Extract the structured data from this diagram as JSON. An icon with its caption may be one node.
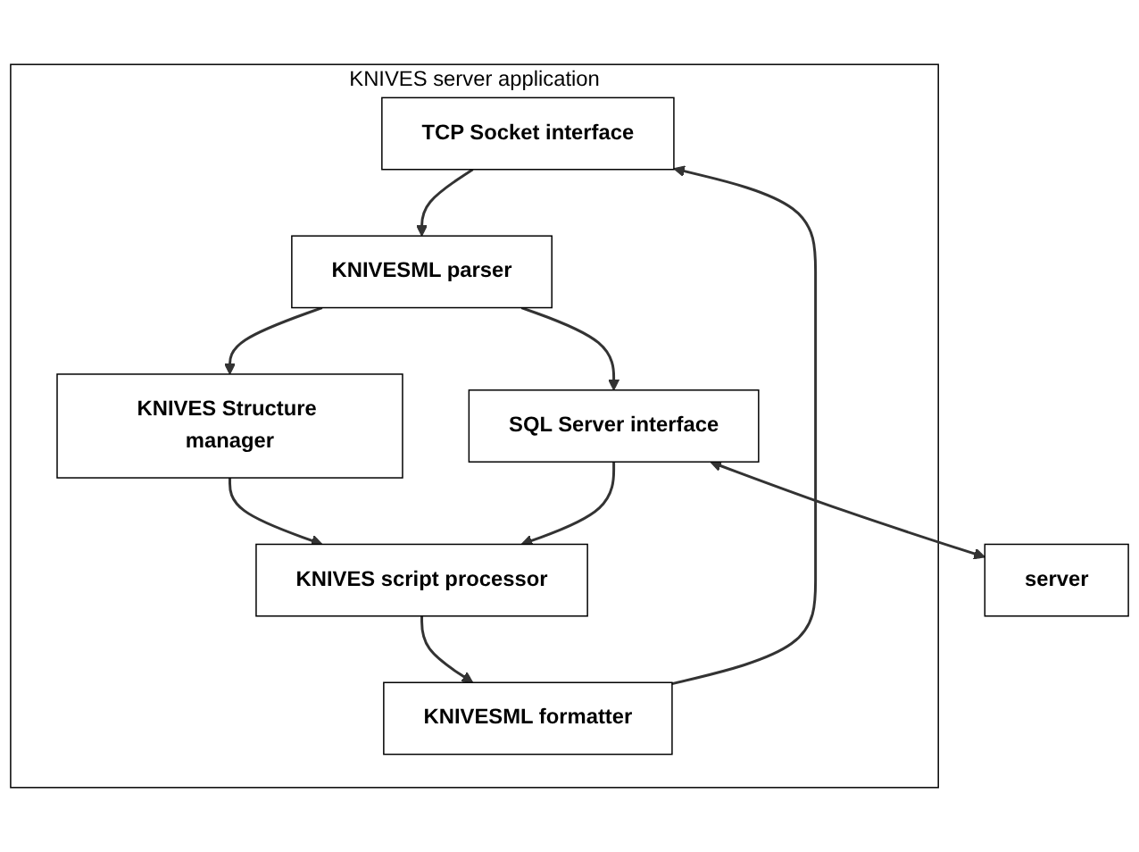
{
  "diagram": {
    "nodes": [
      {
        "text": [
          "KNIVES server application"
        ]
      },
      {
        "text": [
          "TCP Socket interface"
        ],
        "in": 0
      },
      {
        "text": [
          "KNIVESML parser"
        ],
        "in": 0
      },
      {
        "text": [
          "KNIVES Structure manager"
        ],
        "in": 0
      },
      {
        "text": [
          "SQL Server interface"
        ],
        "in": 0
      },
      {
        "text": [
          "KNIVES script processor"
        ],
        "in": 0
      },
      {
        "text": [
          "KNIVESML formatter"
        ],
        "in": 0
      },
      {
        "text": [
          "server"
        ]
      }
    ],
    "edges": [
      {
        "from": 1,
        "to": 2,
        "arrow": "to"
      },
      {
        "from": 2,
        "to": 3,
        "arrow": "to"
      },
      {
        "from": 2,
        "to": 4,
        "arrow": "to"
      },
      {
        "from": 4,
        "to": 7,
        "arrow": "both"
      },
      {
        "from": 3,
        "to": 5,
        "arrow": "to"
      },
      {
        "from": 4,
        "to": 5,
        "arrow": "to"
      },
      {
        "from": 5,
        "to": 6,
        "arrow": "to"
      },
      {
        "from": 6,
        "to": 1,
        "arrow": "to"
      }
    ]
  }
}
